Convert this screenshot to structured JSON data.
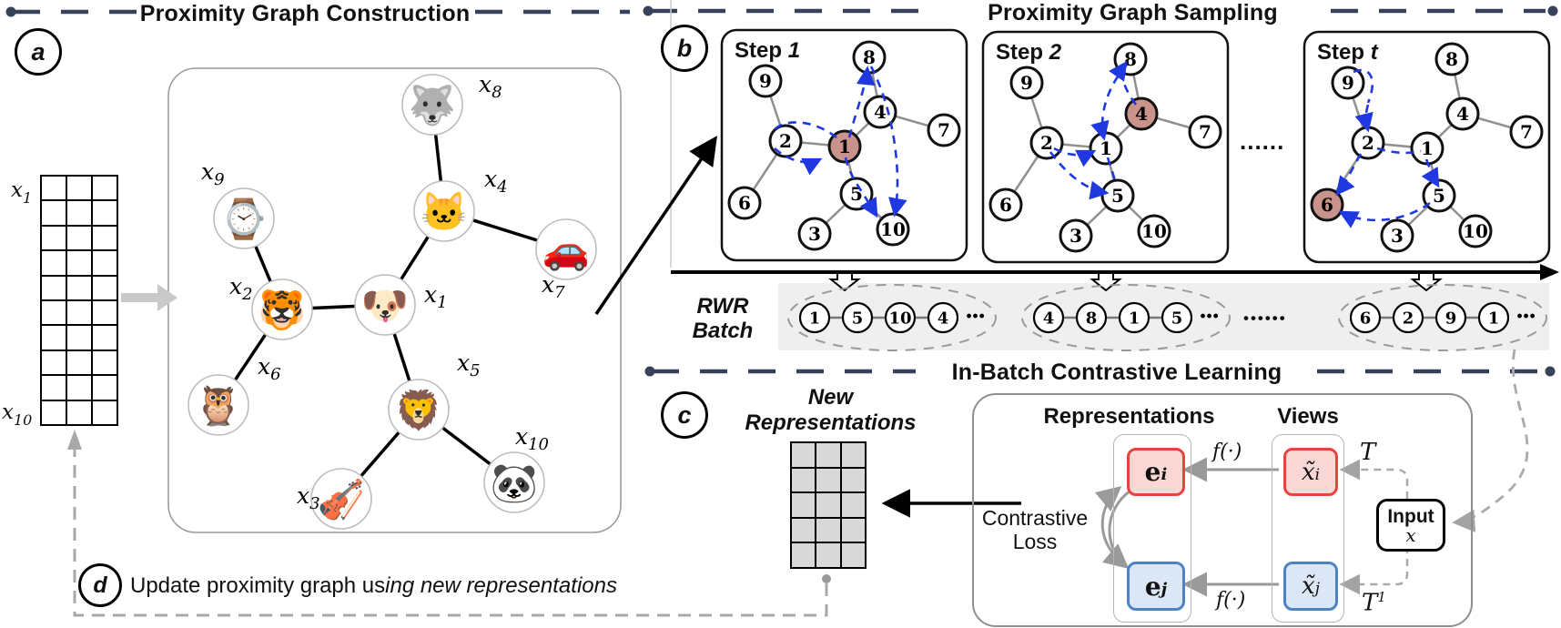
{
  "colors": {
    "accent_navy": "#36415a",
    "walk_blue": "#2038df",
    "highlight_node": "#c9938b",
    "strip_gray": "#efefef",
    "pos_border": "#e4443e",
    "pos_fill": "#f9d7d5",
    "neg_border": "#4d82c4",
    "neg_fill": "#dbe7f7"
  },
  "sections": {
    "a_title": "Proximity Graph Construction",
    "b_title": "Proximity Graph Sampling",
    "c_title": "In-Batch Contrastive Learning"
  },
  "badges": {
    "a": "a",
    "b": "b",
    "c": "c",
    "d": "d"
  },
  "panel_a": {
    "matrix_row_first": {
      "base": "x",
      "sub": "1"
    },
    "matrix_row_last": {
      "base": "x",
      "sub": "10"
    },
    "label_base": "x",
    "nodes": [
      {
        "id": 1,
        "icon": "dog-face",
        "glyph": "🐶",
        "sub": "1"
      },
      {
        "id": 2,
        "icon": "tiger-face",
        "glyph": "🐯",
        "sub": "2"
      },
      {
        "id": 3,
        "icon": "violin",
        "glyph": "🎻",
        "sub": "3"
      },
      {
        "id": 4,
        "icon": "cat-face",
        "glyph": "🐱",
        "sub": "4"
      },
      {
        "id": 5,
        "icon": "lion-face",
        "glyph": "🦁",
        "sub": "5"
      },
      {
        "id": 6,
        "icon": "owl",
        "glyph": "🦉",
        "sub": "6"
      },
      {
        "id": 7,
        "icon": "car",
        "glyph": "🚗",
        "sub": "7"
      },
      {
        "id": 8,
        "icon": "husky-face",
        "glyph": "🐺",
        "sub": "8"
      },
      {
        "id": 9,
        "icon": "watch",
        "glyph": "⌚",
        "sub": "9"
      },
      {
        "id": 10,
        "icon": "panda-face",
        "glyph": "🐼",
        "sub": "10"
      }
    ],
    "edges": [
      [
        9,
        2
      ],
      [
        2,
        1
      ],
      [
        2,
        6
      ],
      [
        1,
        4
      ],
      [
        4,
        8
      ],
      [
        4,
        7
      ],
      [
        1,
        5
      ],
      [
        5,
        3
      ],
      [
        5,
        10
      ]
    ]
  },
  "panel_b": {
    "step_word": "Step",
    "steps": [
      {
        "num": "1",
        "highlight": 1
      },
      {
        "num": "2",
        "highlight": 4
      },
      {
        "num": "t",
        "highlight": 6
      }
    ],
    "between_steps_dots": "......",
    "rwr_label_line1": "RWR",
    "rwr_label_line2": "Batch",
    "batches": [
      [
        "1",
        "5",
        "10",
        "4"
      ],
      [
        "4",
        "8",
        "1",
        "5"
      ],
      [
        "6",
        "2",
        "9",
        "1"
      ]
    ],
    "batch_ellipsis": "···",
    "between_batches_dots": "••••••"
  },
  "panel_c": {
    "new_repr_line1": "New",
    "new_repr_line2": "Representations",
    "contrastive_line1": "Contrastive",
    "contrastive_line2": "Loss",
    "col_representations": "Representations",
    "col_views": "Views",
    "e_base": "e",
    "e_i_sub": "i",
    "e_j_sub": "j",
    "x_tilde_base": "x̃",
    "x_i_sub": "i",
    "x_j_sub": "j",
    "f_label_top": "f(·)",
    "f_label_bottom": "f(·)",
    "t_label": "T",
    "t1_label": "T",
    "t1_sup": "1",
    "input_label": "Input",
    "input_var": "x"
  },
  "panel_d": {
    "text_regular": "Update proximity graph us",
    "text_italic": "ing new representations"
  }
}
